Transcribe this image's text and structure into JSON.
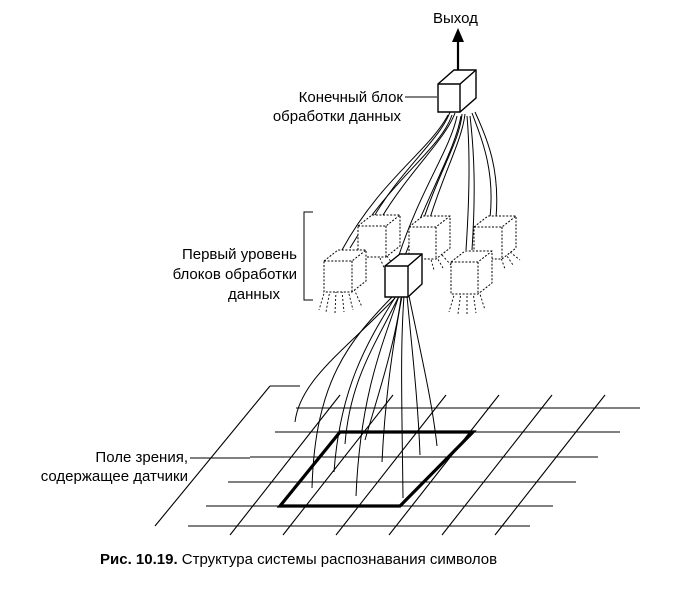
{
  "labels": {
    "output": "Выход",
    "final_block_line1": "Конечный блок",
    "final_block_line2": "обработки данных",
    "first_level_line1": "Первый уровень",
    "first_level_line2": "блоков обработки",
    "first_level_line3": "данных",
    "field_line1": "Поле зрения,",
    "field_line2": "содержащее датчики"
  },
  "caption": {
    "prefix": "Рис. 10.19.",
    "text": " Структура системы распознавания символов"
  },
  "colors": {
    "ink": "#000000",
    "background": "#ffffff"
  }
}
